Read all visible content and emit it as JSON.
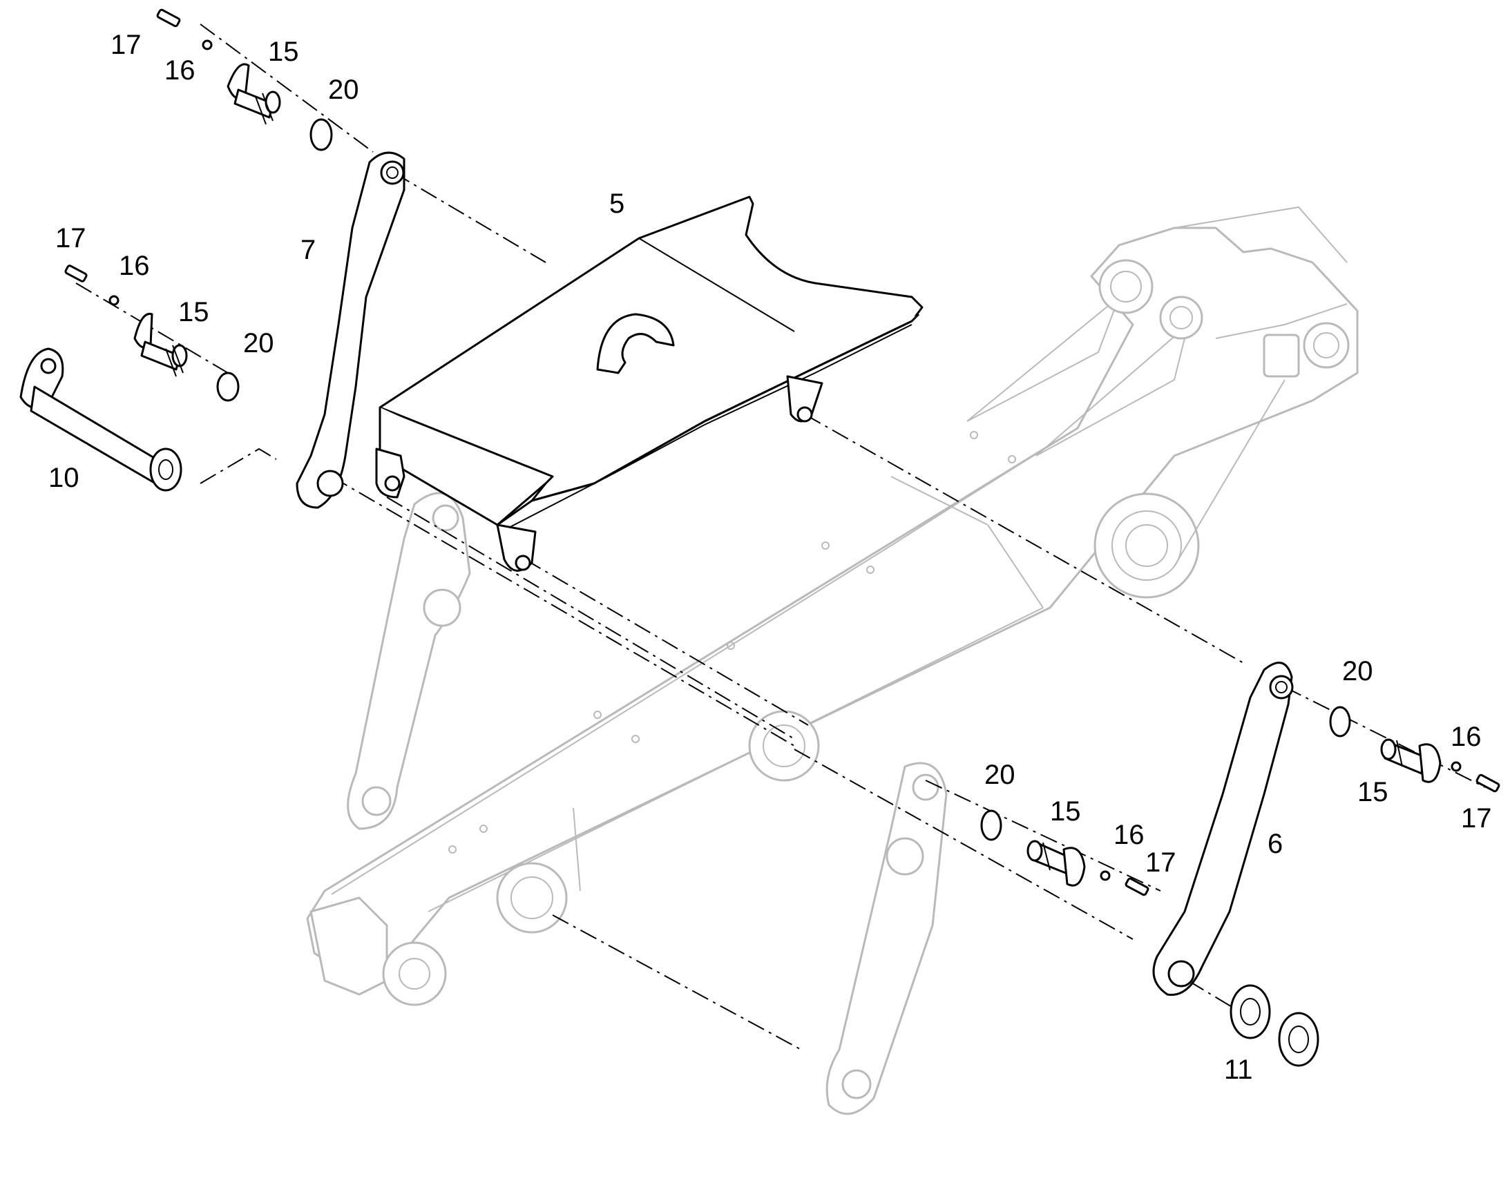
{
  "callouts": {
    "c17a": "17",
    "c16a": "16",
    "c15a": "15",
    "c20a": "20",
    "c5": "5",
    "c7": "7",
    "c17b": "17",
    "c16b": "16",
    "c15b": "15",
    "c20b": "20",
    "c10": "10",
    "c20c": "20",
    "c16c": "16",
    "c15c": "15",
    "c17c": "17",
    "c20d": "20",
    "c15d": "15",
    "c16d": "16",
    "c17d": "17",
    "c6": "6",
    "c11": "11"
  }
}
